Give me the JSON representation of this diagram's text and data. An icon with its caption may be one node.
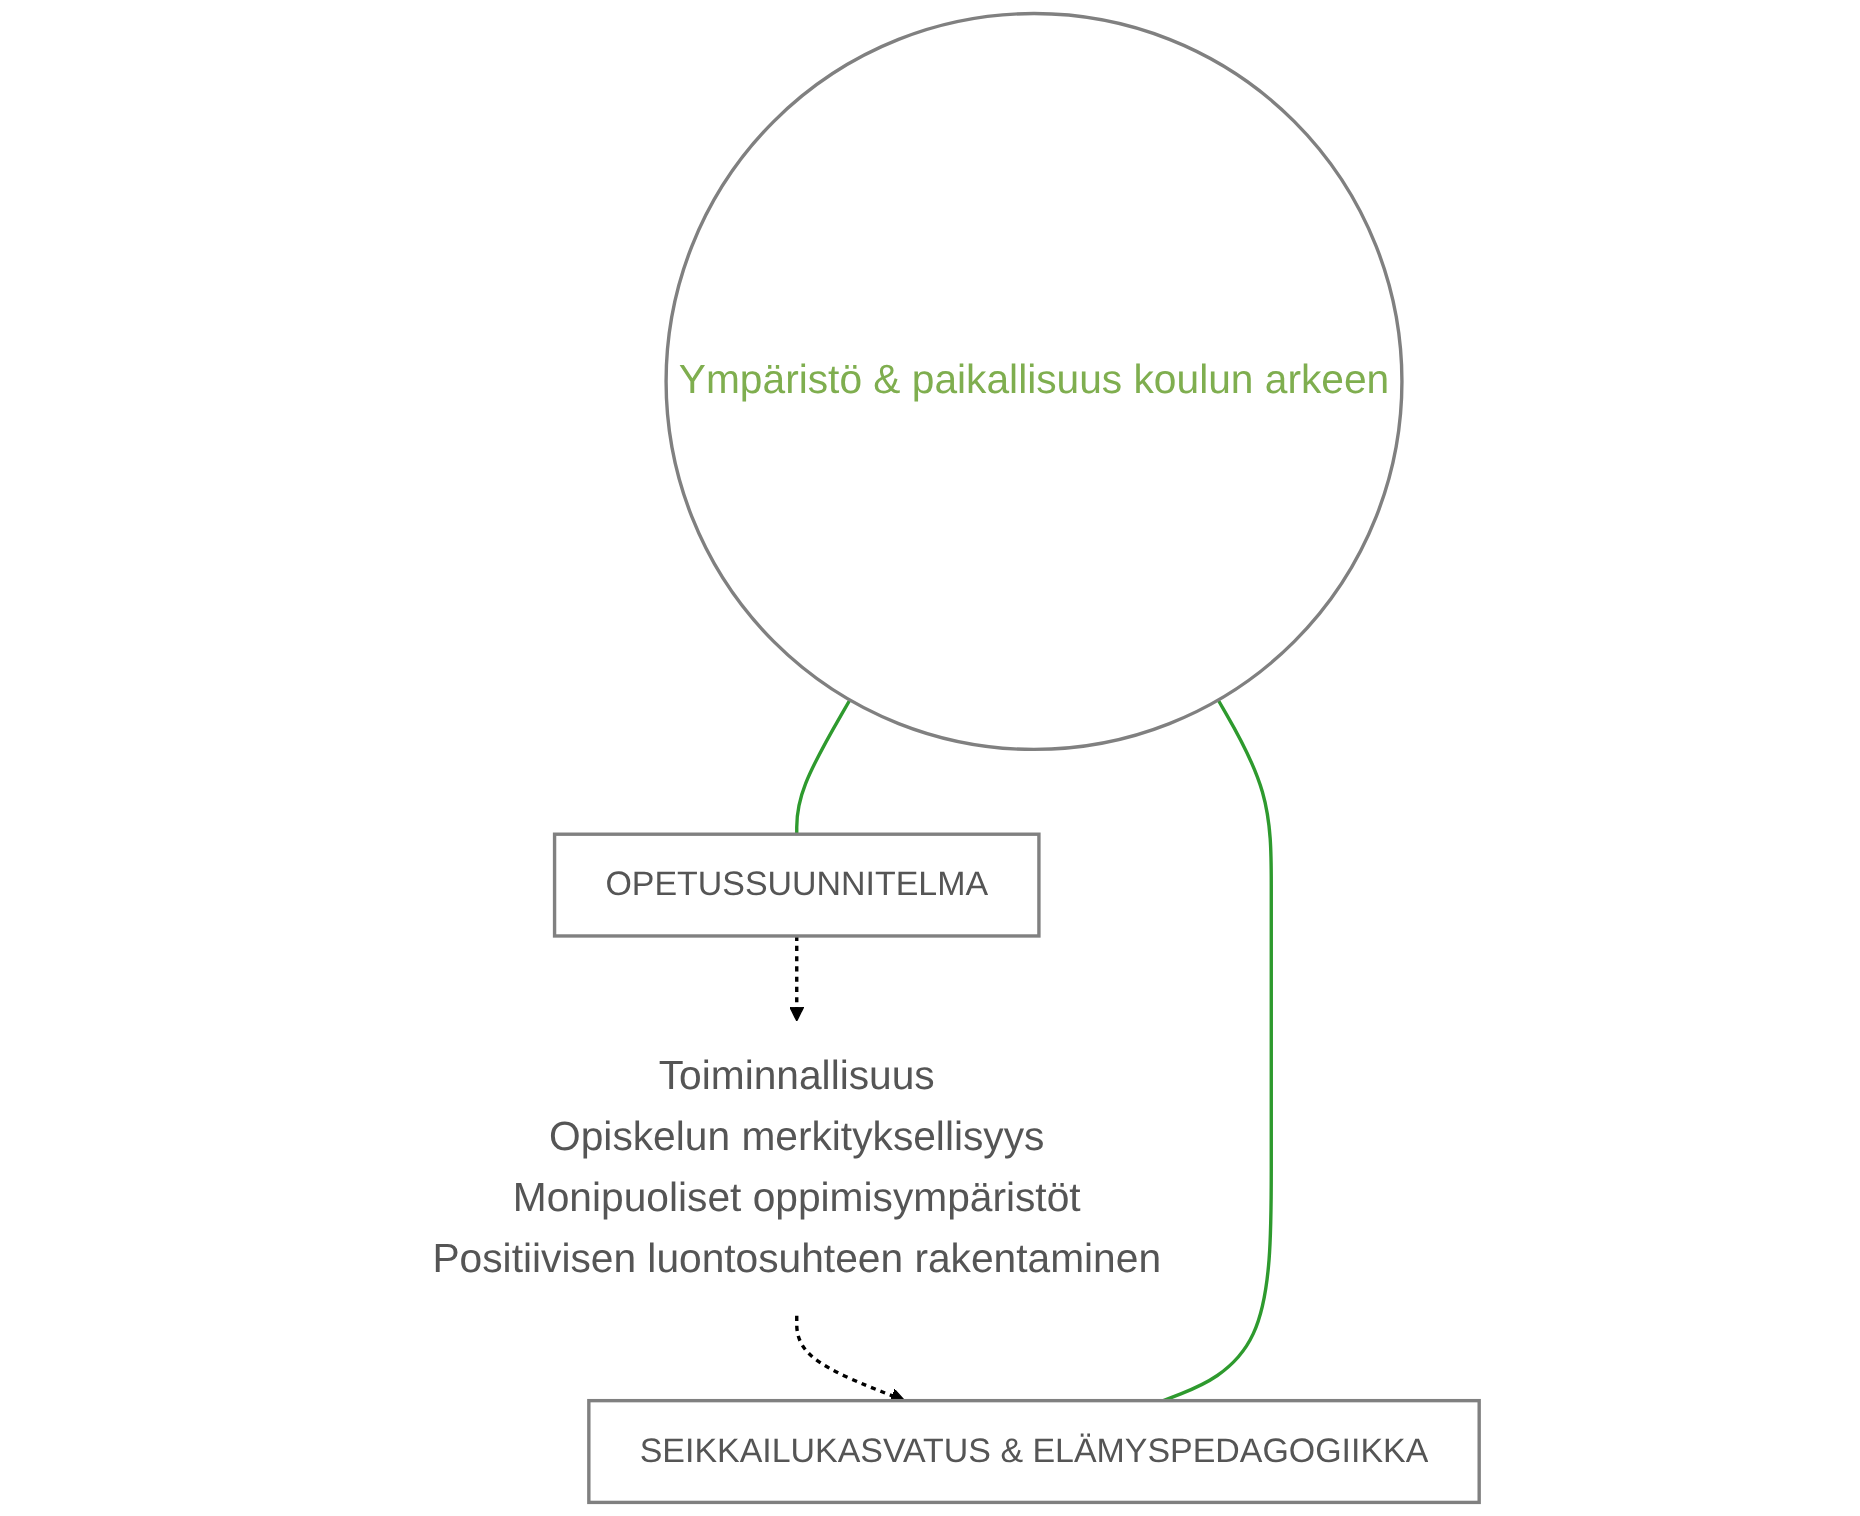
{
  "diagram": {
    "nodes": [
      {
        "text": [
          "OPETUSSUUNNITELMA"
        ]
      },
      {
        "text": [
          "Toiminnallisuus",
          "Opiskelun merkityksellisyys",
          "Monipuoliset oppimisympäristöt",
          "Positiivisen luontosuhteen rakentaminen"
        ]
      },
      {
        "text": [
          "SEIKKAILUKASVATUS & ELÄMYSPEDAGOGIIKKA"
        ]
      },
      {
        "text": [
          "Ympäristö & paikallisuus koulun arkeen"
        ]
      }
    ],
    "edges": [
      {
        "from": 0,
        "to": 1,
        "arrow": "to",
        "style": "dashed"
      },
      {
        "from": 1,
        "to": 2,
        "arrow": "to",
        "style": "dashed"
      },
      {
        "from": 3,
        "to": 0,
        "arrow": "none",
        "color": "#2e9a2e"
      },
      {
        "from": 3,
        "to": 2,
        "arrow": "none",
        "color": "#2e9a2e"
      }
    ]
  }
}
